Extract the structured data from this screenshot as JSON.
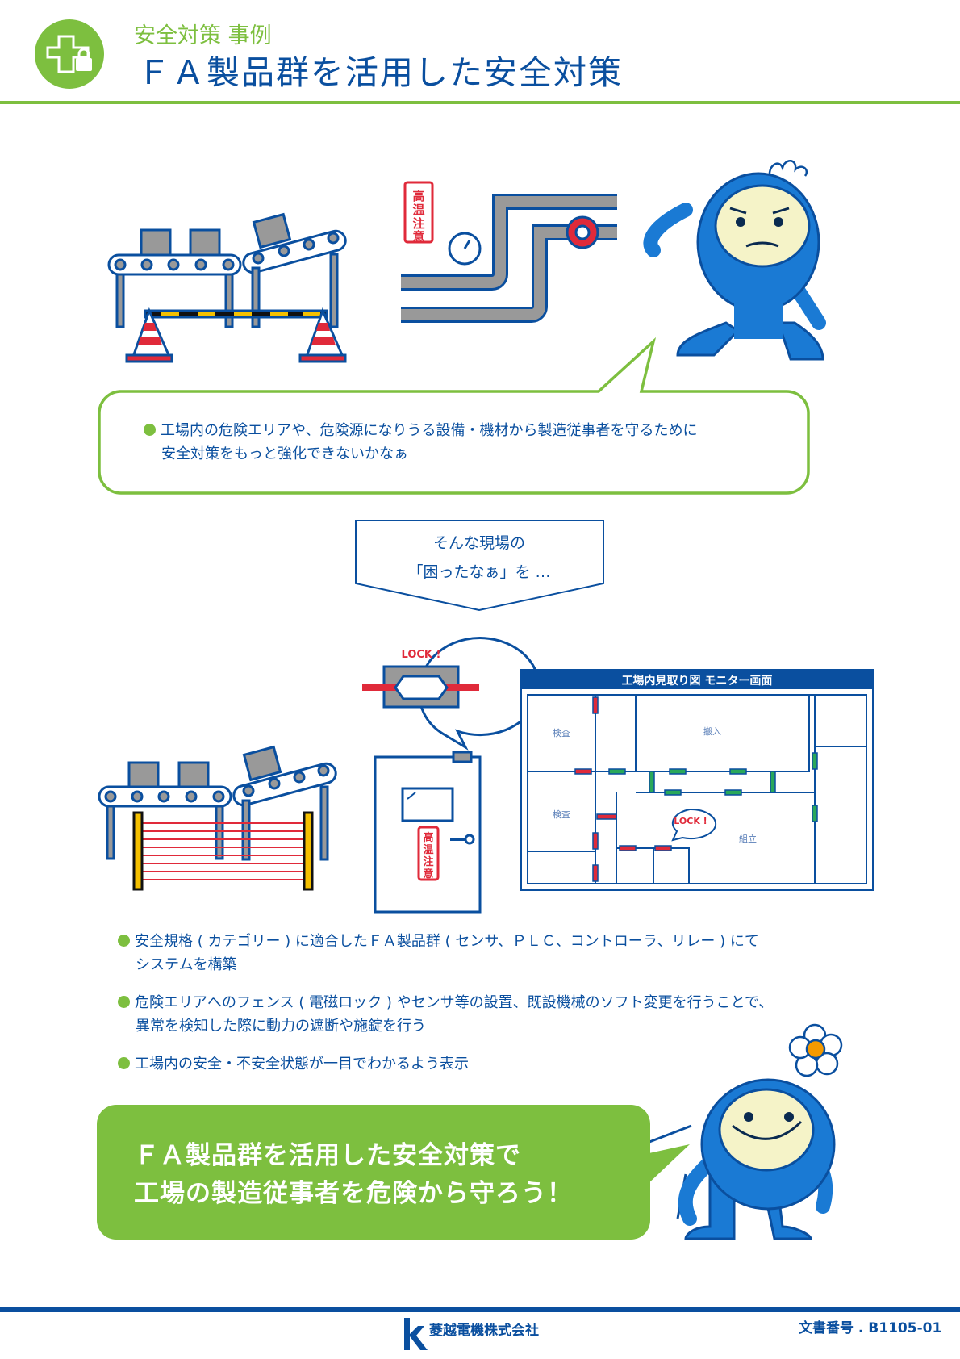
{
  "header": {
    "subtitle": "安全対策 事例",
    "title": "ＦＡ製品群を活用した安全対策",
    "icon": "cross-lock-icon"
  },
  "problem": {
    "text_line1": "工場内の危険エリアや、危険源になりうる設備・機材から製造従事者を守るために",
    "text_line2": "安全対策をもっと強化できないかなぁ",
    "sign_text": [
      "高",
      "温",
      "注",
      "意"
    ]
  },
  "transition": {
    "line1": "そんな現場の",
    "line2": "「困ったなぁ」を …"
  },
  "lock_bubble": "LOCK !",
  "monitor": {
    "title": "工場内見取り図 モニター画面",
    "rooms": [
      "検査",
      "搬入",
      "検査",
      "組立"
    ],
    "lock_label": "LOCK !",
    "colors": {
      "locked": "#e02a3a",
      "unlocked": "#2aa85a"
    }
  },
  "solutions": [
    {
      "line1": "安全規格 ( カテゴリー ) に適合したＦＡ製品群 ( センサ、ＰＬＣ、コントローラ、リレー ) にて",
      "line2": "システムを構築"
    },
    {
      "line1": "危険エリアへのフェンス ( 電磁ロック ) やセンサ等の設置、既設機械のソフト変更を行うことで、",
      "line2": "異常を検知した際に動力の遮断や施錠を行う"
    },
    {
      "line1": "工場内の安全・不安全状態が一目でわかるよう表示",
      "line2": ""
    }
  ],
  "banner": {
    "line1": "ＦＡ製品群を活用した安全対策で",
    "line2": "工場の製造従事者を危険から守ろう！"
  },
  "footer": {
    "company": "菱越電機株式会社",
    "doc_number": "文書番号 . B1105-01"
  },
  "colors": {
    "green": "#7dbf3f",
    "blue": "#0a4f9f",
    "red": "#e02a3a"
  }
}
